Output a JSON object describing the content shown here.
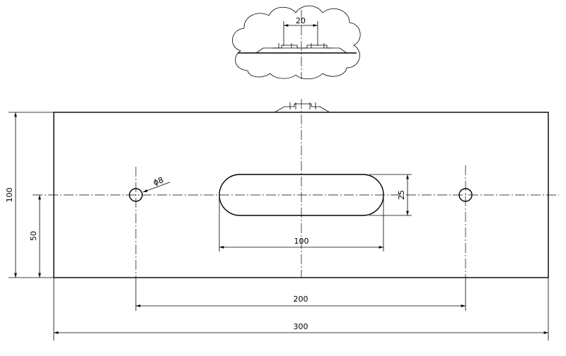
{
  "drawing": {
    "detail_callout": {
      "width_label": "20"
    },
    "dimensions": {
      "height_total": "100",
      "height_half": "50",
      "hole_diameter": "ϕ8",
      "slot_height": "25",
      "slot_length": "100",
      "hole_spacing": "200",
      "overall_width": "300"
    }
  }
}
